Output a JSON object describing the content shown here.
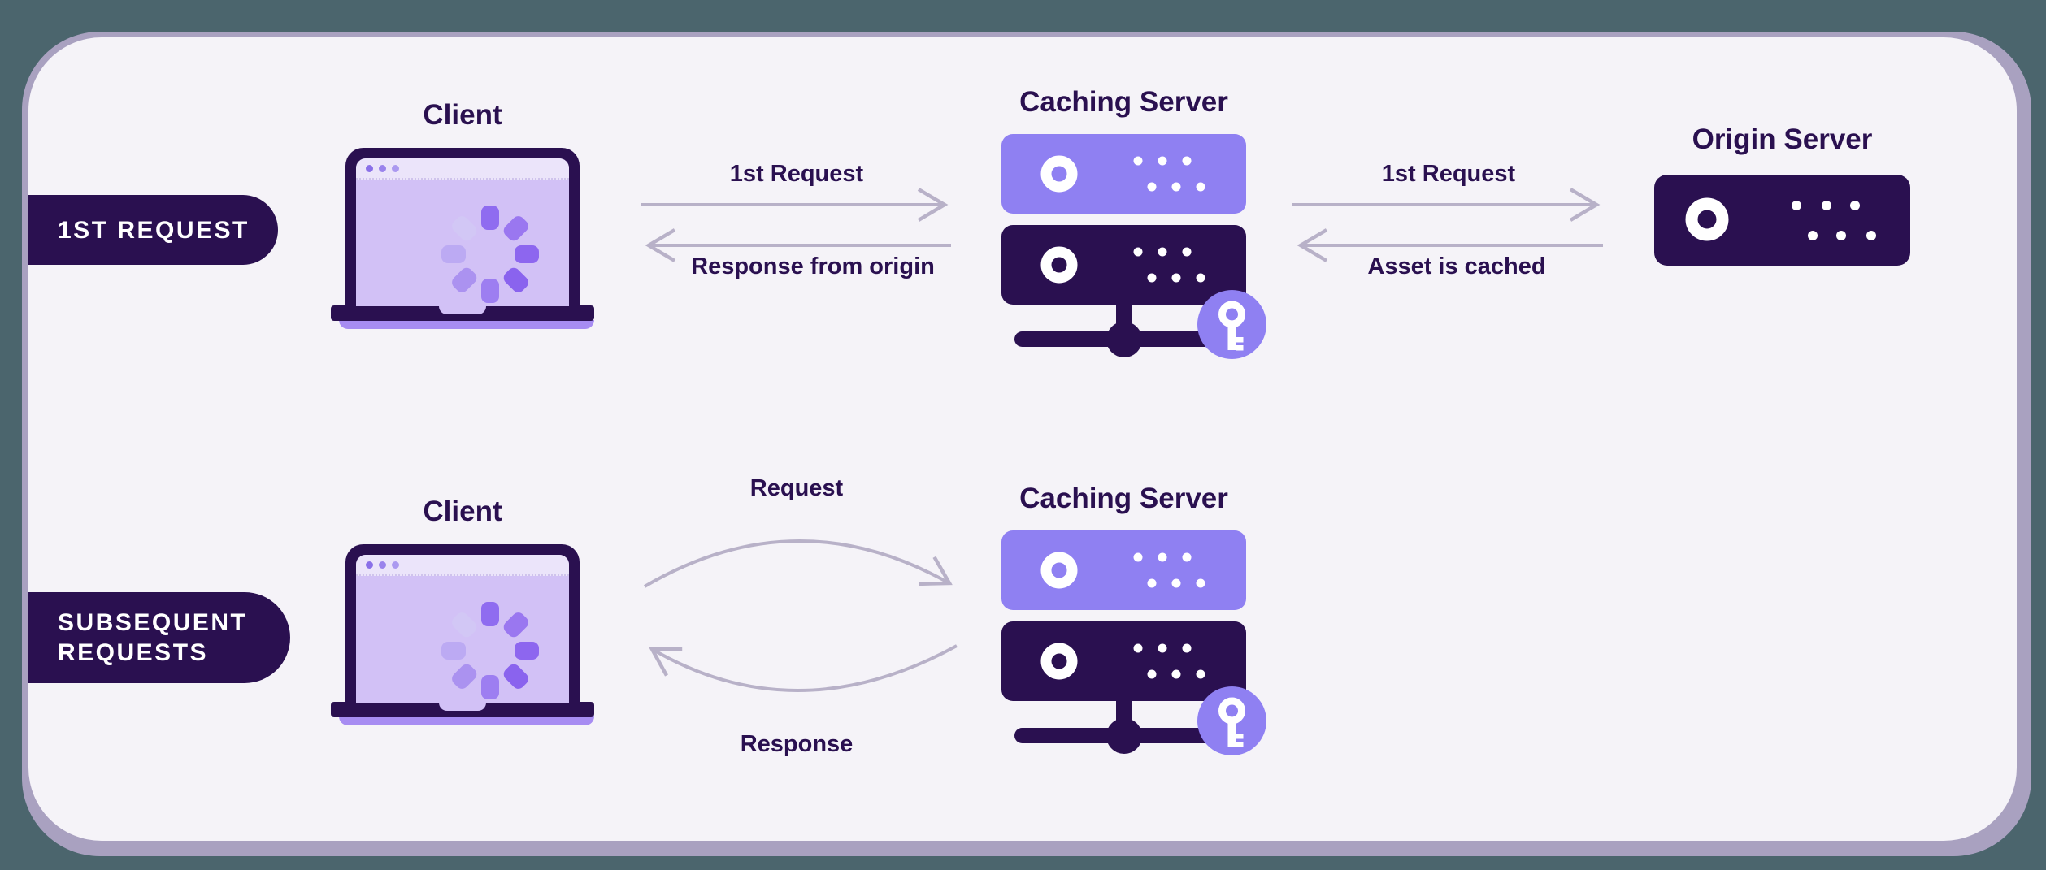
{
  "colors": {
    "page_bg": "#4b656d",
    "card_bg": "#f5f3f8",
    "card_border": "#a9a1c0",
    "dark_purple": "#2a1050",
    "light_purple": "#8f80f2",
    "screen_purple": "#d2c1f6",
    "screen_bar": "#ebe4fa",
    "base_strip": "#a78cf2",
    "arrow": "#b8b1c8"
  },
  "labels": {
    "client": "Client",
    "caching_server": "Caching Server",
    "origin_server": "Origin Server"
  },
  "rows": {
    "first": {
      "badge": "1ST REQUEST",
      "client_cache_request": "1st Request",
      "client_cache_response": "Response from origin",
      "cache_origin_request": "1st Request",
      "cache_origin_response": "Asset is cached"
    },
    "subsequent": {
      "badge_line1": "SUBSEQUENT",
      "badge_line2": "REQUESTS",
      "request": "Request",
      "response": "Response"
    }
  },
  "icons": {
    "laptop": "laptop-icon",
    "loading_spinner": "loading-spinner-icon",
    "window_controls": "window-controls-icon",
    "server_rack": "server-rack-icon",
    "power_led": "power-led-icon",
    "key": "key-icon",
    "arrow_right": "arrow-right-icon",
    "arrow_left": "arrow-left-icon",
    "curved_arrow": "curved-arrow-icon"
  }
}
